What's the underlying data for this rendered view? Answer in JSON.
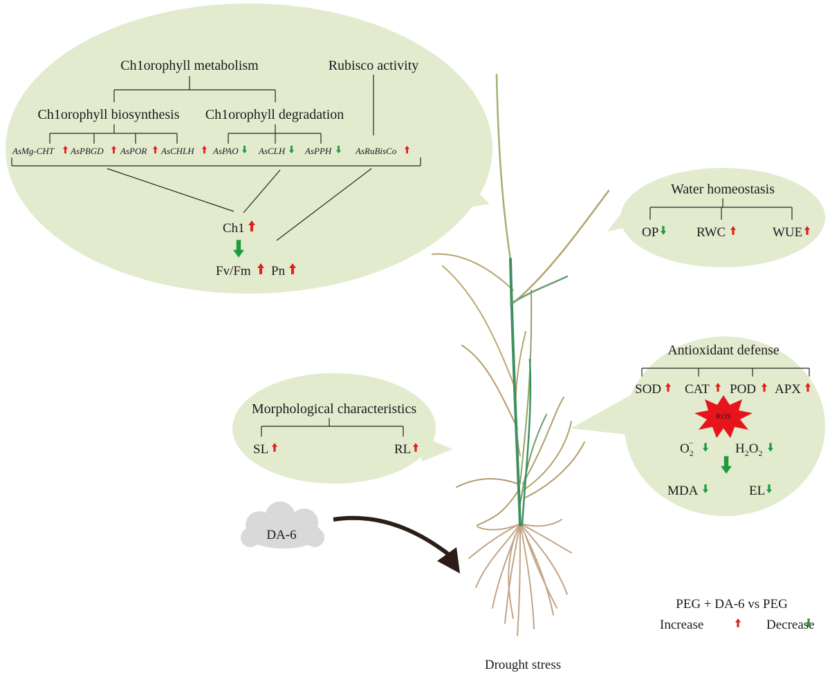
{
  "colors": {
    "bubble": "#e3ebcf",
    "increase": "#e0201b",
    "decrease": "#1f9a3b",
    "stem": "#3f9060",
    "root": "#c2a486",
    "cloud": "#d9d9d9",
    "ros": "#e8141c"
  },
  "chlorophyll_panel": {
    "metabolism_title": "Ch1orophyll metabolism",
    "rubisco_title": "Rubisco activity",
    "biosynthesis_title": "Ch1orophyll biosynthesis",
    "degradation_title": "Ch1orophyll degradation",
    "genes": [
      {
        "name": "AsMg-CHT",
        "direction": "up"
      },
      {
        "name": "AsPBGD",
        "direction": "up"
      },
      {
        "name": "AsPOR",
        "direction": "up"
      },
      {
        "name": "AsCHLH",
        "direction": "up"
      },
      {
        "name": "AsPAO",
        "direction": "down"
      },
      {
        "name": "AsCLH",
        "direction": "down"
      },
      {
        "name": "AsPPH",
        "direction": "down"
      },
      {
        "name": "AsRuBisCo",
        "direction": "up"
      }
    ],
    "chl_label": "Ch1",
    "fvfm_label": "Fv/Fm",
    "pn_label": "Pn"
  },
  "water_panel": {
    "title": "Water homeostasis",
    "items": [
      {
        "label": "OP",
        "direction": "down"
      },
      {
        "label": "RWC",
        "direction": "up"
      },
      {
        "label": "WUE",
        "direction": "up"
      }
    ]
  },
  "antioxidant_panel": {
    "title": "Antioxidant defense",
    "enzymes": [
      {
        "label": "SOD",
        "direction": "up"
      },
      {
        "label": "CAT",
        "direction": "up"
      },
      {
        "label": "POD",
        "direction": "up"
      },
      {
        "label": "APX",
        "direction": "up"
      }
    ],
    "ros_label": "ROS",
    "superoxide": {
      "base": "O",
      "sub": "2",
      "sup": "−",
      "direction": "down"
    },
    "peroxide": {
      "base": "H",
      "sub1": "2",
      "mid": "O",
      "sub2": "2",
      "direction": "down"
    },
    "mda": {
      "label": "MDA",
      "direction": "down"
    },
    "el": {
      "label": "EL",
      "direction": "down"
    }
  },
  "morphology_panel": {
    "title": "Morphological characteristics",
    "items": [
      {
        "label": "SL",
        "direction": "up"
      },
      {
        "label": "RL",
        "direction": "up"
      }
    ]
  },
  "treatment_label": "DA-6",
  "stress_label": "Drought stress",
  "legend": {
    "comparison": "PEG + DA-6 vs PEG",
    "increase_label": "Increase",
    "decrease_label": "Decrease"
  }
}
